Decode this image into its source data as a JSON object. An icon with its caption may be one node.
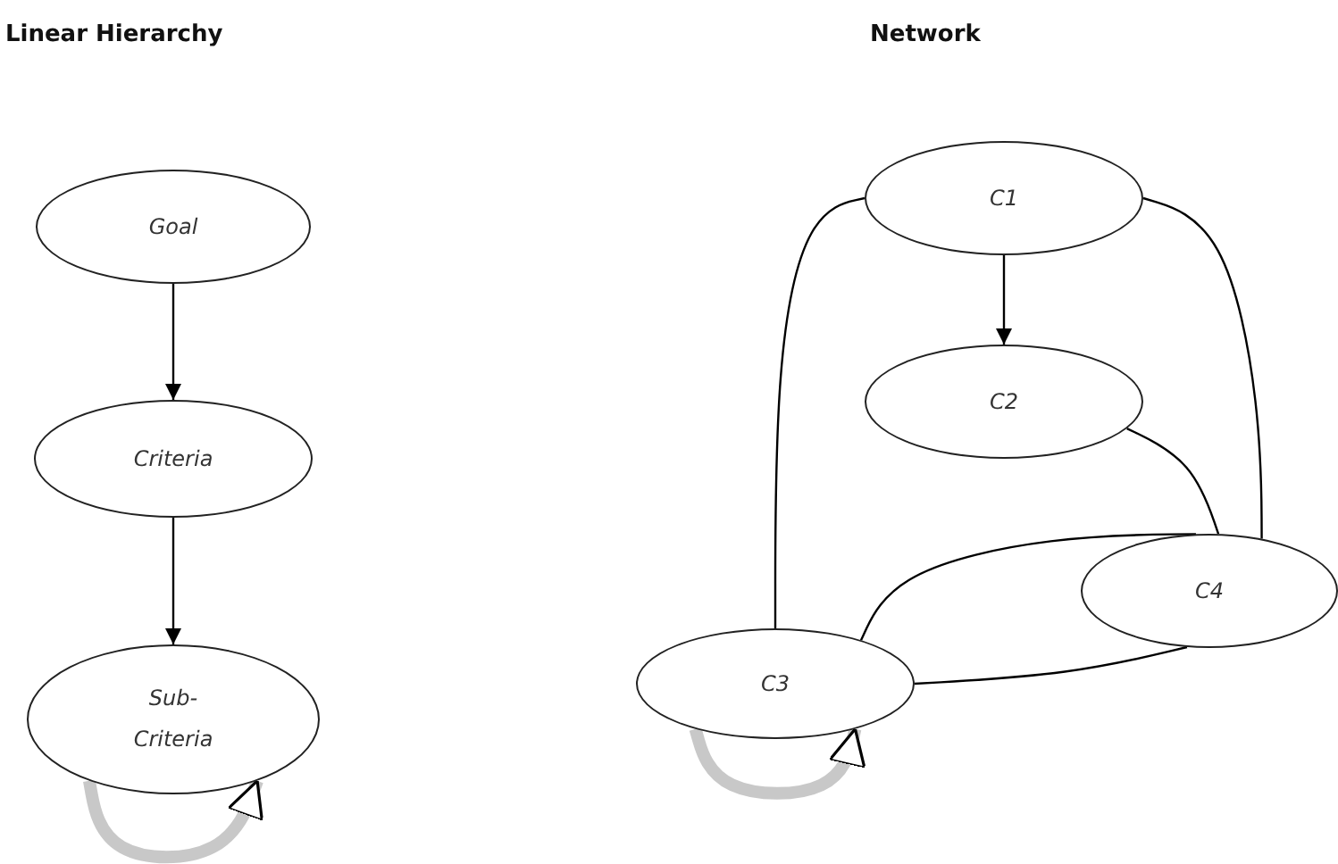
{
  "diagram": {
    "nodes": [
      {
        "text": [
          "Goal"
        ]
      },
      {
        "text": [
          "Criteria"
        ]
      },
      {
        "text": [
          "Sub- Criteria"
        ]
      },
      {
        "text": [
          "C1"
        ]
      },
      {
        "text": [
          "C2"
        ]
      },
      {
        "text": [
          "C3"
        ]
      },
      {
        "text": [
          "C4"
        ]
      }
    ],
    "edges": [
      {
        "from": 0,
        "to": 1,
        "arrow": "to"
      },
      {
        "from": 1,
        "to": 2,
        "arrow": "to"
      },
      {
        "from": 2,
        "to": 2,
        "arrow": "to",
        "style": "thick",
        "color": "#c8c8c8"
      },
      {
        "from": 3,
        "to": 4,
        "arrow": "to"
      },
      {
        "from": 3,
        "to": 5,
        "arrow": "none"
      },
      {
        "from": 3,
        "to": 6,
        "arrow": "none"
      },
      {
        "from": 4,
        "to": 6,
        "arrow": "none"
      },
      {
        "from": 5,
        "to": 6,
        "arrow": "none"
      },
      {
        "from": 5,
        "to": 6,
        "arrow": "none"
      },
      {
        "from": 5,
        "to": 5,
        "arrow": "to",
        "style": "thick",
        "color": "#c8c8c8"
      }
    ],
    "labels": [
      "Linear Hierarchy",
      "Network"
    ]
  }
}
